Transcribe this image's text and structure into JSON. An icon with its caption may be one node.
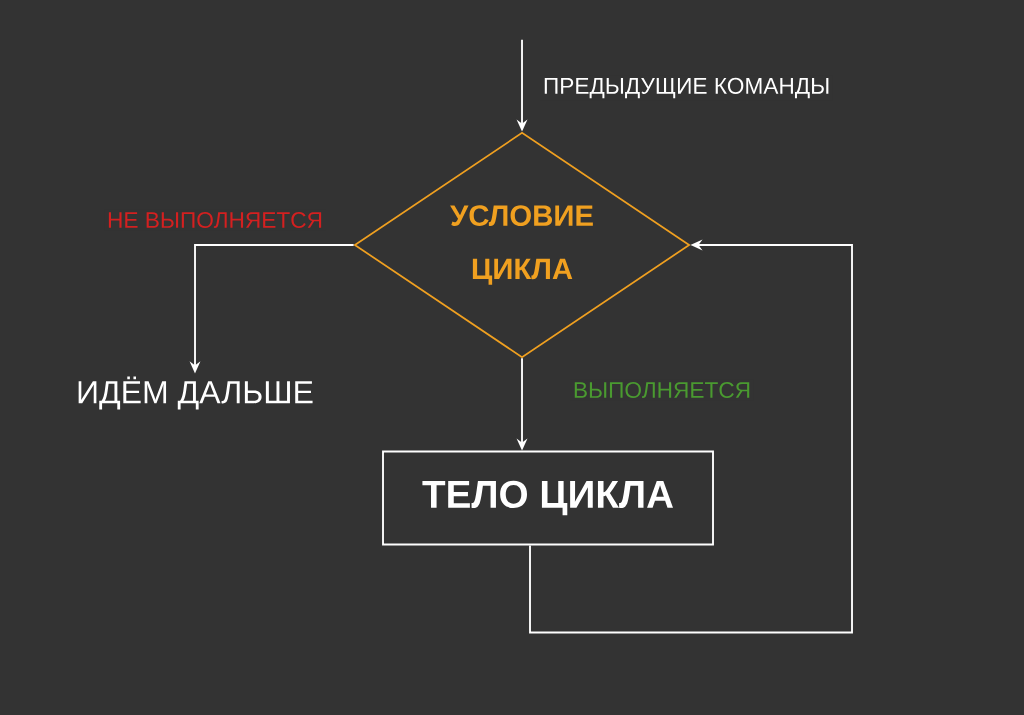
{
  "diagram": {
    "nodes": [
      {
        "text": [
          "УСЛОВИЕ ЦИКЛА"
        ]
      },
      {
        "text": [
          "ИДЁМ ДАЛЬШЕ"
        ]
      },
      {
        "text": [
          "ТЕЛО ЦИКЛА"
        ]
      }
    ],
    "edges": [
      {
        "from": null,
        "to": 0,
        "arrow": "to",
        "label": "ПРЕДЫДУЩИЕ КОМАНДЫ"
      },
      {
        "from": 0,
        "to": 1,
        "arrow": "to",
        "label": "НЕ ВЫПОЛНЯЕТСЯ"
      },
      {
        "from": 0,
        "to": 2,
        "arrow": "to",
        "label": "ВЫПОЛНЯЕТСЯ"
      },
      {
        "from": 2,
        "to": 0,
        "arrow": "to"
      }
    ]
  }
}
